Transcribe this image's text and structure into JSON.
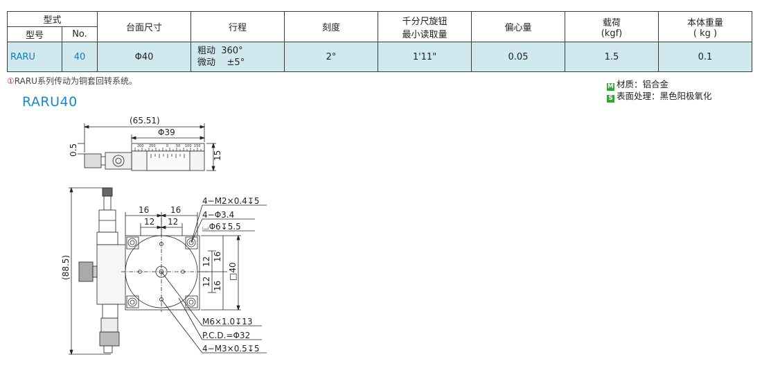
{
  "table": {
    "headers": {
      "type_group": "型式",
      "model": "型号",
      "no": "No.",
      "table_size": "台面尺寸",
      "stroke": "行程",
      "scale": "刻度",
      "knob_line1": "千分尺旋钮",
      "knob_line2": "最小读取量",
      "eccentricity": "偏心量",
      "load_line1": "载荷",
      "load_line2": "(kgf)",
      "weight_line1": "本体重量",
      "weight_line2": "( kg )"
    },
    "row": {
      "model": "RARU",
      "no": "40",
      "table_size": "Φ40",
      "stroke_coarse": "粗动  360°",
      "stroke_fine": "微动    ±5°",
      "scale": "2°",
      "knob_min": "1'11\"",
      "eccentricity": "0.05",
      "load": "1.5",
      "weight": "0.1"
    }
  },
  "note": {
    "marker": "①",
    "text": "RARU系列传动为铜套回转系统。"
  },
  "materials": {
    "material_badge": "M",
    "material": "材质：铝合金",
    "surface_badge": "S",
    "surface": "表面处理：黑色阳极氧化"
  },
  "drawing": {
    "title": "RARU40",
    "dims": {
      "overall_width": "(65.51)",
      "dia39": "Φ39",
      "thick05": "0.5",
      "height15": "15",
      "overall_height": "(88.5)",
      "d16a": "16",
      "d16b": "16",
      "d12a": "12",
      "d12b": "12",
      "v12a": "12",
      "v16a": "16",
      "v12b": "12",
      "v16b": "16",
      "sq40": "□40"
    },
    "callouts": {
      "m2": "4−M2×0.4↧5",
      "phi34": "4−Φ3.4",
      "cbore": "⌴Φ6↧5.5",
      "m6": "M6×1.0↧13",
      "pcd": "P.C.D.=Φ32",
      "m3": "4−M3×0.5↧5"
    },
    "scale_ticks": [
      "200",
      "250",
      "0",
      "50",
      "100",
      "150"
    ]
  }
}
